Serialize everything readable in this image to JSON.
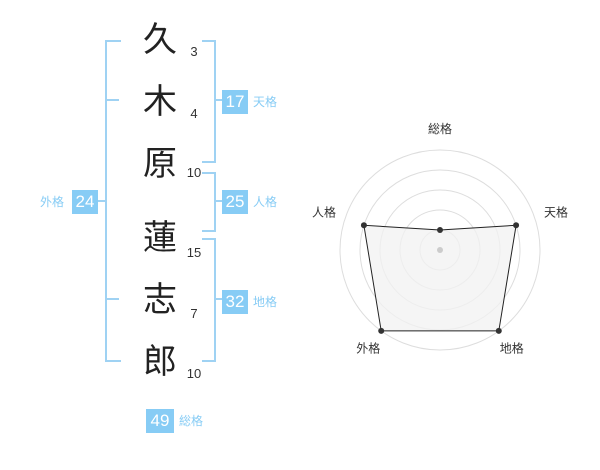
{
  "name": {
    "chars": [
      {
        "char": "久",
        "strokes": "3"
      },
      {
        "char": "木",
        "strokes": "4"
      },
      {
        "char": "原",
        "strokes": "10"
      },
      {
        "char": "蓮",
        "strokes": "15"
      },
      {
        "char": "志",
        "strokes": "7"
      },
      {
        "char": "郎",
        "strokes": "10"
      }
    ]
  },
  "fortune": {
    "tenkaku": {
      "value": "17",
      "label": "天格"
    },
    "jinkaku": {
      "value": "25",
      "label": "人格"
    },
    "chikaku": {
      "value": "32",
      "label": "地格"
    },
    "gaikaku": {
      "value": "24",
      "label": "外格"
    },
    "soukaku": {
      "value": "49",
      "label": "総格"
    }
  },
  "chart_data": {
    "type": "radar",
    "axes": [
      "総格",
      "天格",
      "地格",
      "外格",
      "人格"
    ],
    "values": [
      1,
      4,
      5,
      5,
      4
    ],
    "max": 5,
    "rings": 4
  },
  "colors": {
    "accent": "#87ccf5",
    "bracket": "#9fd2f3",
    "radar_fill": "#f2f2f2",
    "radar_line": "#222222"
  }
}
